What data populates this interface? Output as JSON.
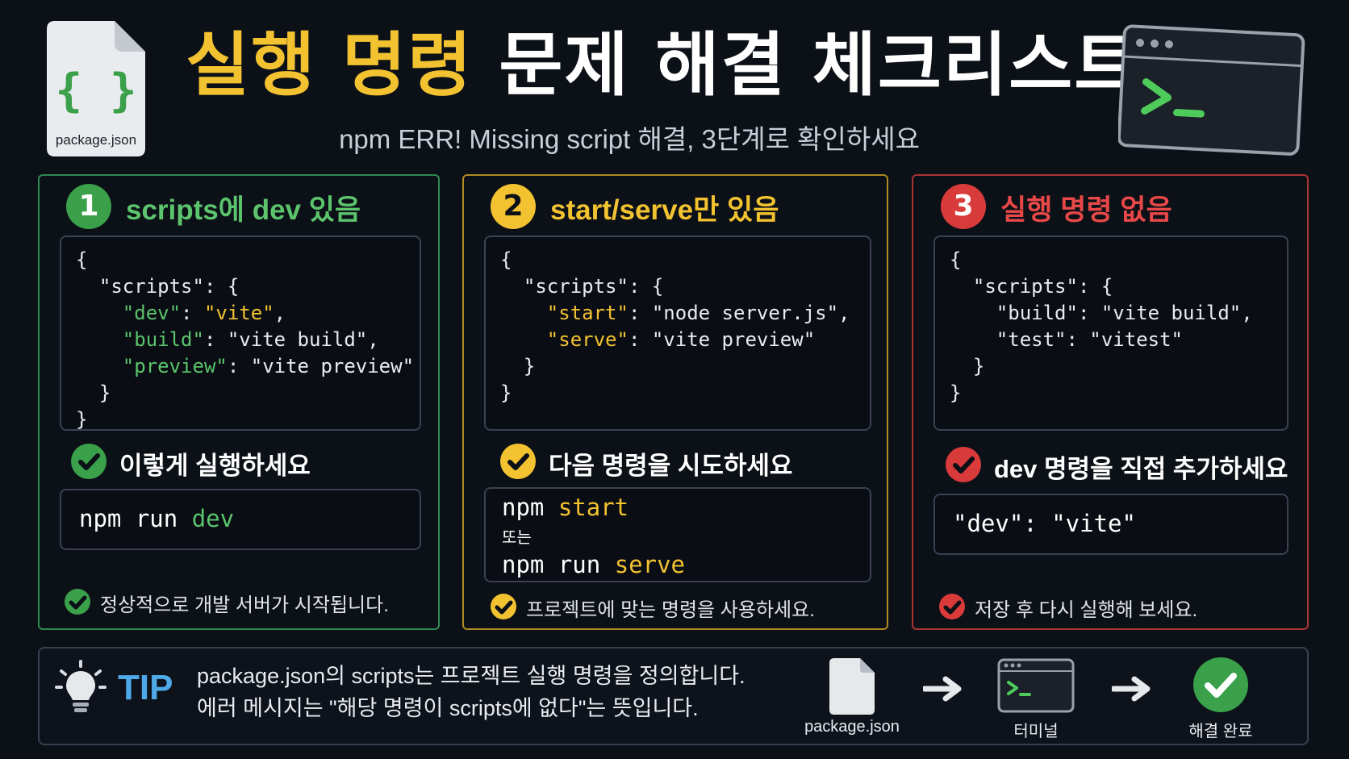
{
  "header": {
    "file_icon_label": "package.json",
    "title_highlight": "실행 명령",
    "title_rest": " 문제 해결 체크리스트",
    "subtitle": "npm ERR! Missing script 해결, 3단계로 확인하세요"
  },
  "panels": [
    {
      "number": "1",
      "title": "scripts에 dev 있음",
      "subhead": "이렇게 실행하세요",
      "command_prefix": "npm run ",
      "command_keyword": "dev",
      "note": "정상적으로 개발 서버가 시작됩니다."
    },
    {
      "number": "2",
      "title": "start/serve만 있음",
      "subhead": "다음 명령을 시도하세요",
      "command1_prefix": "npm ",
      "command1_keyword": "start",
      "or_text": "또는",
      "command2_prefix": "npm run ",
      "command2_keyword": "serve",
      "note": "프로젝트에 맞는 명령을 사용하세요."
    },
    {
      "number": "3",
      "title": "실행 명령 없음",
      "subhead": "dev 명령을 직접 추가하세요",
      "command": "\"dev\": \"vite\"",
      "note": "저장 후 다시 실행해 보세요."
    }
  ],
  "tip": {
    "label": "TIP",
    "line1": "package.json의 scripts는 프로젝트 실행 명령을 정의합니다.",
    "line2": "에러 메시지는 \"해당 명령이 scripts에 없다\"는 뜻입니다.",
    "flow": [
      "package.json",
      "터미널",
      "해결 완료"
    ]
  },
  "colors": {
    "green": "#5bc46c",
    "yellow": "#f2c230",
    "red": "#e84848",
    "tip_blue": "#4fa8e8"
  }
}
